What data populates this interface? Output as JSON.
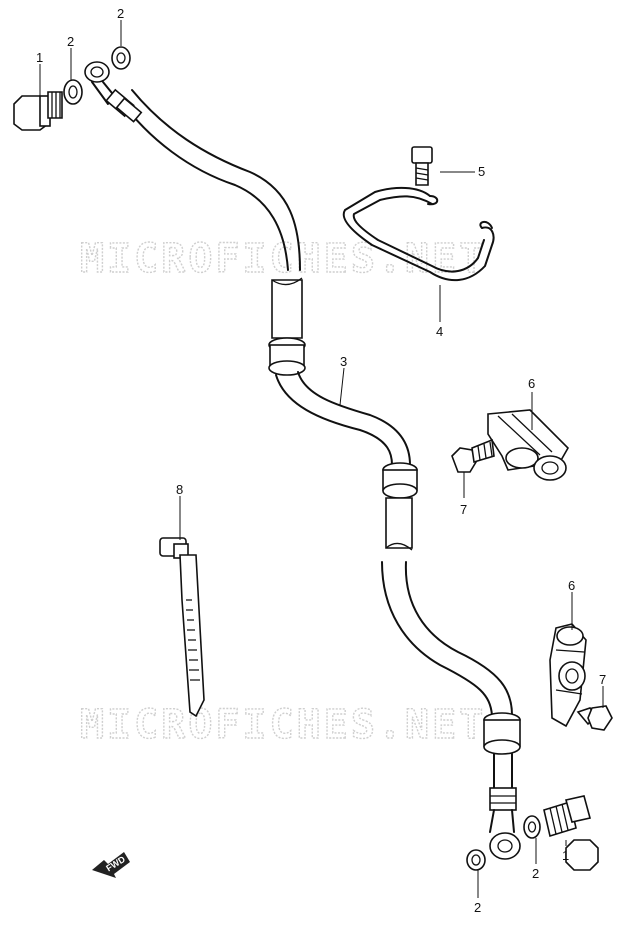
{
  "watermark": "MICROFICHES.NET",
  "direction_label": "FWD",
  "callouts": {
    "bolt_top": "1",
    "washer_top_a": "2",
    "washer_top_b": "2",
    "brake_hose": "3",
    "wire_clamp": "4",
    "clamp_screw": "5",
    "hose_clamp_upper": "6",
    "bolt_upper_clamp": "7",
    "cable_tie": "8",
    "hose_clamp_lower": "6",
    "bolt_lower_clamp": "7",
    "bolt_bottom": "1",
    "washer_bottom_a": "2",
    "washer_bottom_b": "2"
  }
}
